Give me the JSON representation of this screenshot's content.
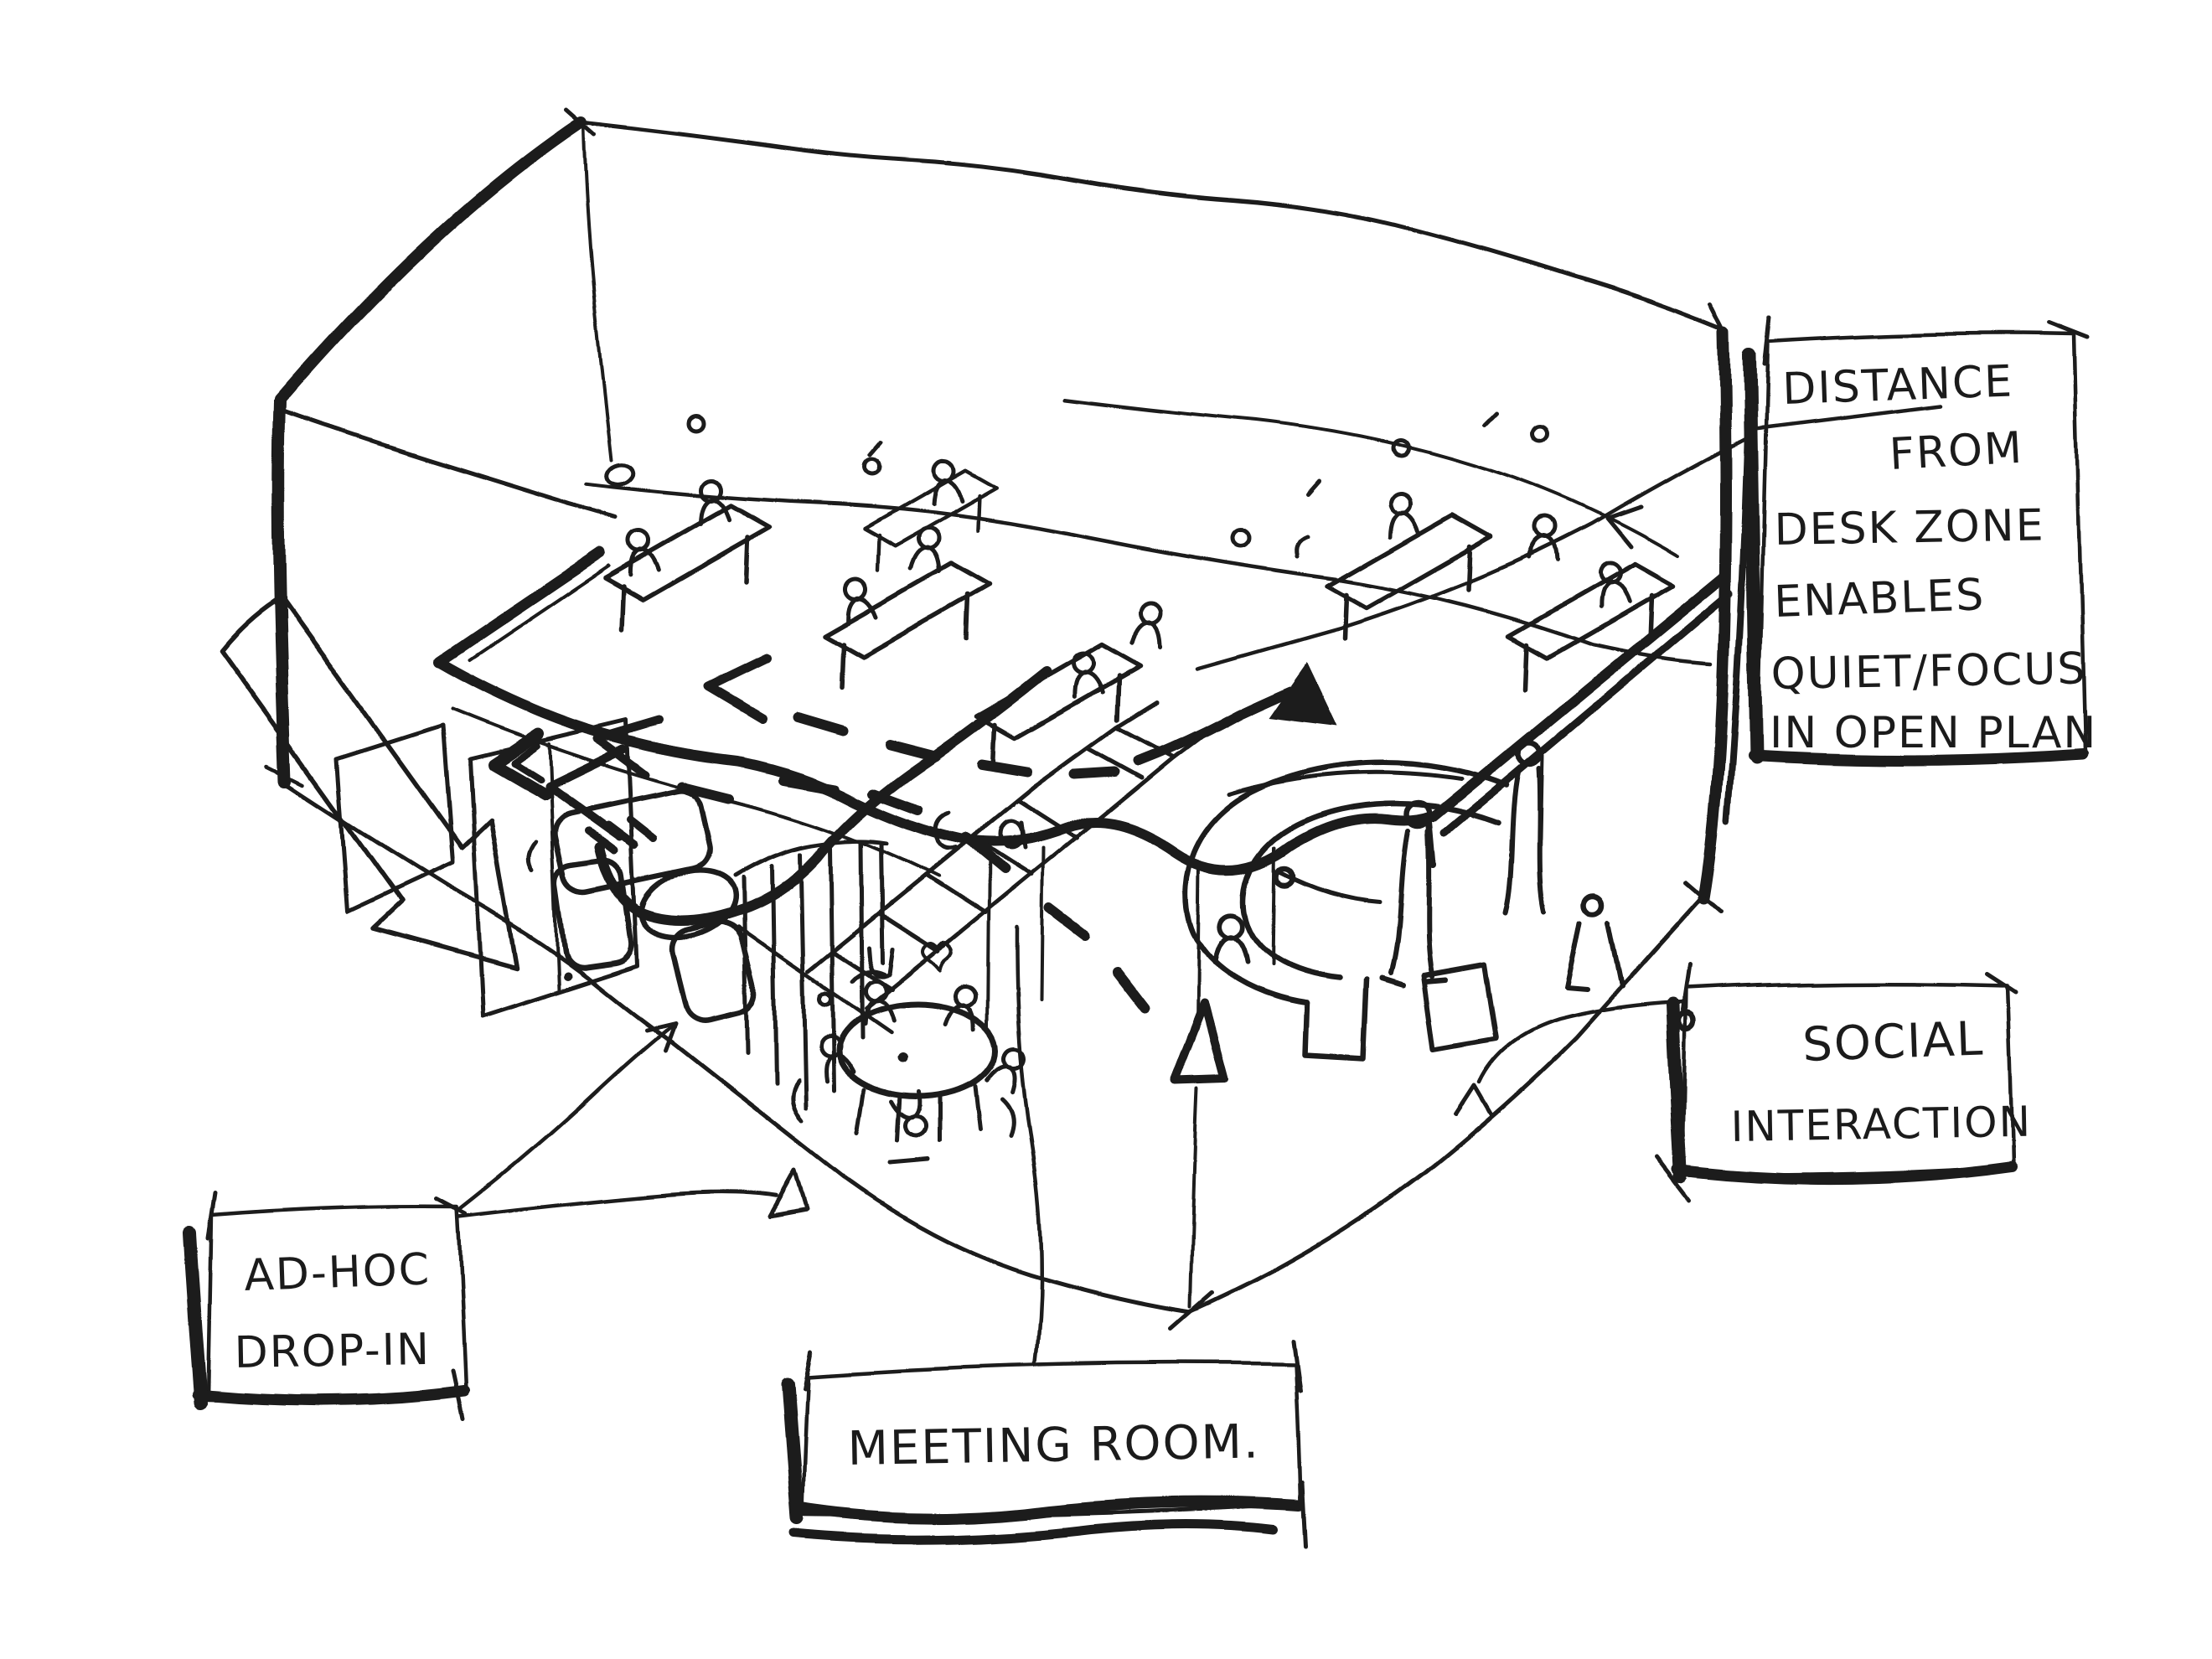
{
  "canvas": {
    "paper_color": "#ffffff",
    "ink_color": "#1b1b1b"
  },
  "annotations": {
    "distance": {
      "lines": [
        "DISTANCE",
        "FROM",
        "DESK ZONE",
        "ENABLES",
        "QUIET/FOCUS",
        "IN OPEN PLAN"
      ]
    },
    "social": {
      "lines": [
        "SOCIAL",
        "INTERACTION"
      ]
    },
    "adhoc": {
      "lines": [
        "AD-HOC",
        "DROP-IN"
      ]
    },
    "meeting": {
      "lines": [
        "MEETING ROOM."
      ]
    }
  },
  "figures": [
    "room-shell",
    "desk-zone-platform",
    "open-plan-desks",
    "pendant-lamp",
    "stairs",
    "circulation-route-arrows",
    "entry-block-arrow",
    "lounge-sofas",
    "slatted-screen",
    "meeting-table",
    "curved-banquette",
    "people"
  ]
}
